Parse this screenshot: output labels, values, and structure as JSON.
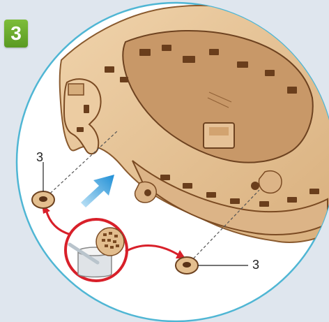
{
  "step": {
    "number": "3",
    "badge_color": "#6aaa2c"
  },
  "callouts": [
    {
      "label": "3"
    },
    {
      "label": "3"
    }
  ],
  "colors": {
    "background": "#dfe6ee",
    "circle_border": "#4fb6d4",
    "wood_light": "#e8c9a0",
    "wood_dark": "#7a4a22",
    "arrow_red": "#d8202a",
    "arrow_blue": "#2e9ad8"
  },
  "icons": [
    "blue-assembly-arrow",
    "red-glue-arrow",
    "glue-pot-icon"
  ]
}
